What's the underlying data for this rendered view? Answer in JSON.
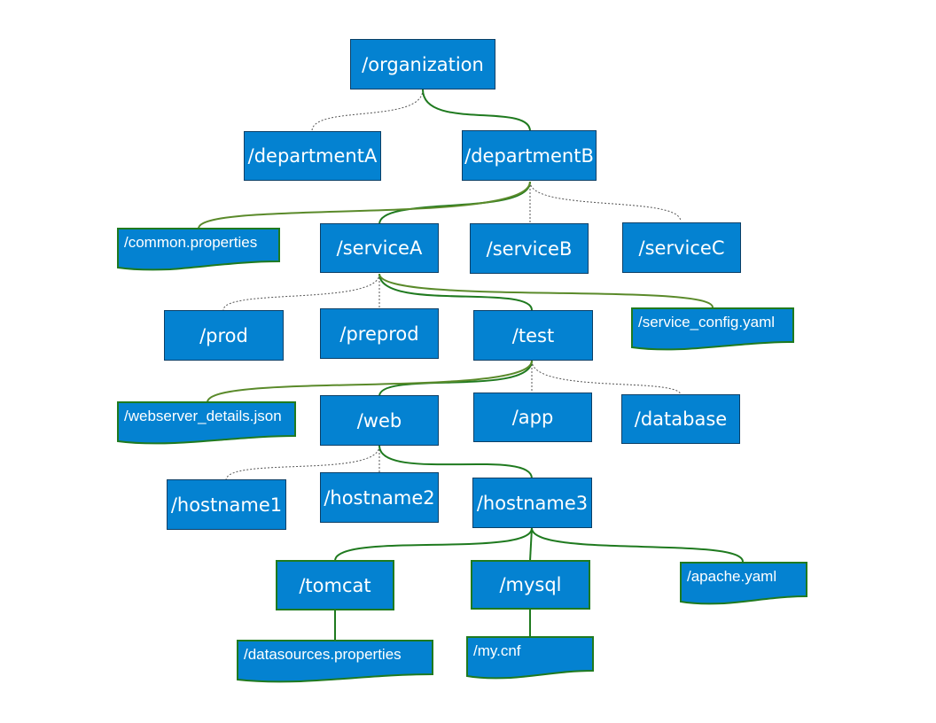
{
  "diagram": {
    "colors": {
      "box_fill": "#0482d1",
      "box_border": "#0b3f66",
      "highlight_border": "#1f7a1f",
      "highlight_line": "#1f7a1f",
      "file_line": "#5a8a2a",
      "dotted_line": "#555555",
      "text": "#ffffff"
    },
    "nodes": {
      "organization": "/organization",
      "departmentA": "/departmentA",
      "departmentB": "/departmentB",
      "serviceA": "/serviceA",
      "serviceB": "/serviceB",
      "serviceC": "/serviceC",
      "prod": "/prod",
      "preprod": "/preprod",
      "test": "/test",
      "web": "/web",
      "app": "/app",
      "database": "/database",
      "hostname1": "/hostname1",
      "hostname2": "/hostname2",
      "hostname3": "/hostname3",
      "tomcat": "/tomcat",
      "mysql": "/mysql"
    },
    "files": {
      "common_properties": "/common.properties",
      "service_config": "/service_config.yaml",
      "webserver_details": "/webserver_details.json",
      "apache_yaml": "/apache.yaml",
      "datasources_properties": "/datasources.properties",
      "my_cnf": "/my.cnf"
    }
  }
}
